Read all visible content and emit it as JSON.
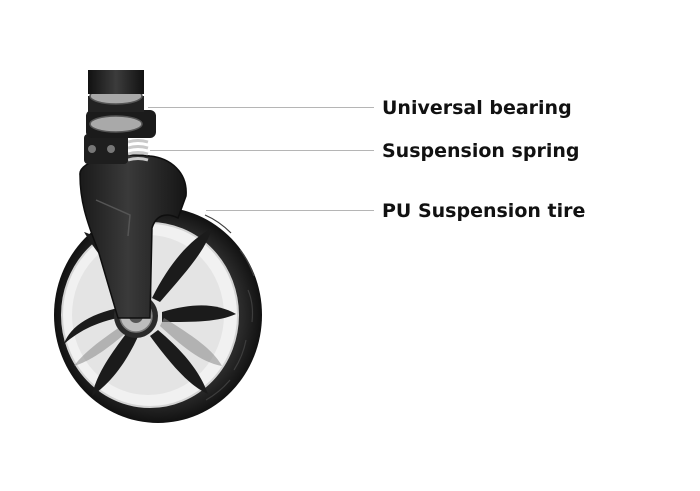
{
  "diagram": {
    "labels": {
      "bearing": "Universal bearing",
      "spring": "Suspension spring",
      "tire": "PU Suspension tire"
    }
  },
  "colors": {
    "tire": "#1e1e1e",
    "rim": "#f1f1f1",
    "spoke": "#1b1b1b",
    "fork": "#2a2a2a",
    "spring": "#c9c9c9",
    "line": "#b5b5b5"
  }
}
